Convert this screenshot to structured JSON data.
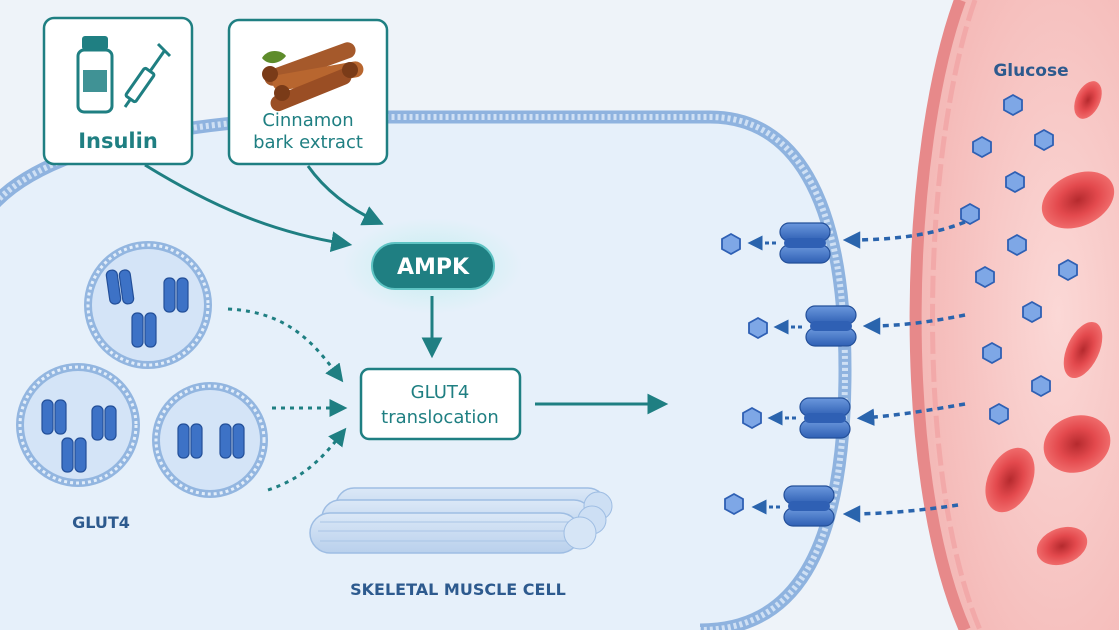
{
  "inputs": {
    "insulin_label": "Insulin",
    "cinnamon_label_line1": "Cinnamon",
    "cinnamon_label_line2": "bark extract"
  },
  "nodes": {
    "ampk_label": "AMPK",
    "translocation_line1": "GLUT4",
    "translocation_line2": "translocation"
  },
  "labels": {
    "vesicle_label": "GLUT4",
    "cell_label": "SKELETAL MUSCLE CELL",
    "glucose_label": "Glucose"
  },
  "colors": {
    "teal": "#1f7f82",
    "transporter_blue": "#3d72c6",
    "arrow_blue": "#2a64ad",
    "blood_red": "#e0484c",
    "cell_fill": "#e6f0fa",
    "label_blue": "#2d5a8e"
  }
}
